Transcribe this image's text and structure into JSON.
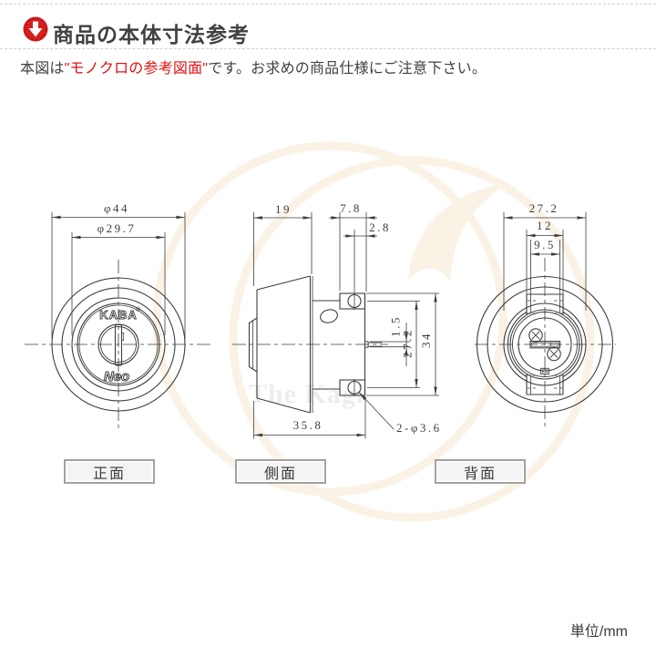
{
  "header": {
    "icon": "red-down-arrow-badge",
    "accent_color": "#d42020",
    "title": "商品の本体寸法参考",
    "note_prefix": "本図は",
    "note_highlight": "\"モノクロの参考図面\"",
    "note_highlight_color": "#e01212",
    "note_suffix": "です。お求めの商品仕様にご注意下さい。"
  },
  "drawing": {
    "line_color": "#3d3d3d",
    "watermark": {
      "text": "The Kagi",
      "text_color": "#ededed",
      "ring_color": "#faf2e5"
    },
    "front_view": {
      "label": "正面",
      "logo": "KABA",
      "registered_mark": "®",
      "model": "Neo",
      "dim_outer_diameter": "φ44",
      "dim_face_diameter": "φ29.7"
    },
    "side_view": {
      "label": "側面",
      "dim_front_depth": "19",
      "dim_plate_depth": "7.8",
      "dim_hole_offset": "2.8",
      "dim_tail_thickness": "1.5",
      "dim_hole_pitch": "27.2",
      "dim_plate_height": "34",
      "dim_total_depth": "35.8",
      "hole_callout": "2-φ3.6"
    },
    "back_view": {
      "label": "背面",
      "dim_outer_width": "27.2",
      "dim_tab_width": "12",
      "dim_neck_width": "9.5"
    },
    "unit_note": "単位/mm"
  }
}
